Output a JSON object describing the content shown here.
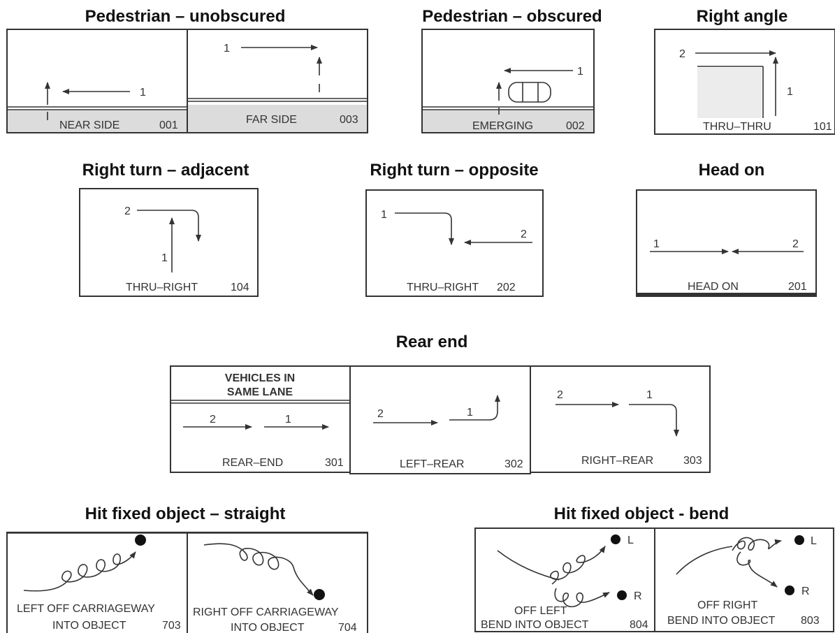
{
  "groups": {
    "pedestrian_unobscured": "Pedestrian – unobscured",
    "pedestrian_obscured": "Pedestrian – obscured",
    "right_angle": "Right angle",
    "right_turn_adjacent": "Right turn – adjacent",
    "right_turn_opposite": "Right turn – opposite",
    "head_on": "Head on",
    "rear_end": "Rear end",
    "hit_fixed_straight": "Hit fixed object – straight",
    "hit_fixed_bend": "Hit fixed object - bend"
  },
  "panels": {
    "near_side": {
      "label": "NEAR SIDE",
      "code": "001",
      "v1": "1"
    },
    "far_side": {
      "label": "FAR SIDE",
      "code": "003",
      "v1": "1"
    },
    "emerging": {
      "label": "EMERGING",
      "code": "002",
      "v1": "1"
    },
    "thru_thru": {
      "label": "THRU–THRU",
      "code": "101",
      "v1": "1",
      "v2": "2"
    },
    "thru_right_adj": {
      "label": "THRU–RIGHT",
      "code": "104",
      "v1": "1",
      "v2": "2"
    },
    "thru_right_opp": {
      "label": "THRU–RIGHT",
      "code": "202",
      "v1": "1",
      "v2": "2"
    },
    "head_on": {
      "label": "HEAD ON",
      "code": "201",
      "v1": "1",
      "v2": "2"
    },
    "rear_end": {
      "header_line1": "VEHICLES IN",
      "header_line2": "SAME LANE",
      "label": "REAR–END",
      "code": "301",
      "v1": "1",
      "v2": "2"
    },
    "left_rear": {
      "label": "LEFT–REAR",
      "code": "302",
      "v1": "1",
      "v2": "2"
    },
    "right_rear": {
      "label": "RIGHT–REAR",
      "code": "303",
      "v1": "1",
      "v2": "2"
    },
    "left_off_cw": {
      "line1": "LEFT OFF CARRIAGEWAY",
      "line2": "INTO OBJECT",
      "code": "703"
    },
    "right_off_cw": {
      "line1": "RIGHT OFF CARRIAGEWAY",
      "line2": "INTO OBJECT",
      "code": "704"
    },
    "off_left_bend": {
      "line1": "OFF LEFT",
      "line2": "BEND INTO OBJECT",
      "code": "804",
      "obj_l": "L",
      "obj_r": "R"
    },
    "off_right_bend": {
      "line1": "OFF RIGHT",
      "line2": "BEND INTO OBJECT",
      "code": "803",
      "obj_l": "L",
      "obj_r": "R"
    }
  }
}
